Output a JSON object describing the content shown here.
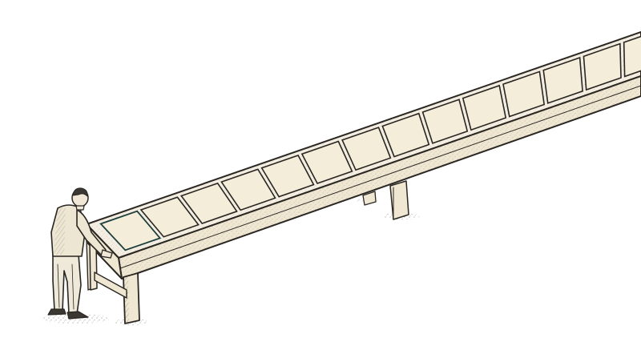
{
  "scene": {
    "background": "#ffffff",
    "colors": {
      "tabletop": "#f4efe2",
      "panel": "#f3edda",
      "panel_active": "#2e8f88",
      "wood": "#efe7d2",
      "ink": "#2a2622",
      "stipple": "#7a7265"
    },
    "panels_total": 14,
    "active_panel_index": 0,
    "figure": "man-touching-first-panel"
  }
}
